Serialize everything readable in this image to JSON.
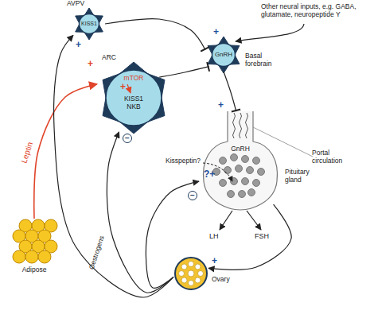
{
  "diagram": {
    "nodes": [
      {
        "text": [
          "AVPV",
          "KISS1"
        ]
      },
      {
        "text": [
          "GnRH",
          "Basal forebrain"
        ]
      },
      {
        "text": [
          "ARC",
          "mTOR",
          "KISS1 NKB"
        ]
      },
      {
        "text": [
          "GnRH",
          "Pituitary gland"
        ]
      },
      {
        "text": [
          "Adipose"
        ]
      },
      {
        "text": [
          "Ovary"
        ]
      }
    ],
    "edges": [
      {
        "from": 0,
        "to": 1,
        "arrow": "to"
      },
      {
        "from": 2,
        "to": 1,
        "arrow": "to"
      },
      {
        "from": 1,
        "to": 3,
        "arrow": "to"
      },
      {
        "from": 4,
        "to": 2,
        "arrow": "to",
        "label": "Leptin"
      },
      {
        "from": 5,
        "to": 0,
        "arrow": "to"
      },
      {
        "from": 5,
        "to": 2,
        "arrow": "to",
        "label": "Oestrogens"
      },
      {
        "from": 5,
        "to": 3,
        "arrow": "to"
      },
      {
        "from": 3,
        "to": 5,
        "arrow": "to"
      }
    ],
    "labels": [
      "Other neural inputs, e.g. GABA, glutamate, neuropeptide Y",
      "+",
      "+",
      "+",
      "+",
      "+",
      "−",
      "Portal circulation",
      "Kisspeptin?",
      "?+",
      "−",
      "LH",
      "FSH",
      "+"
    ]
  }
}
